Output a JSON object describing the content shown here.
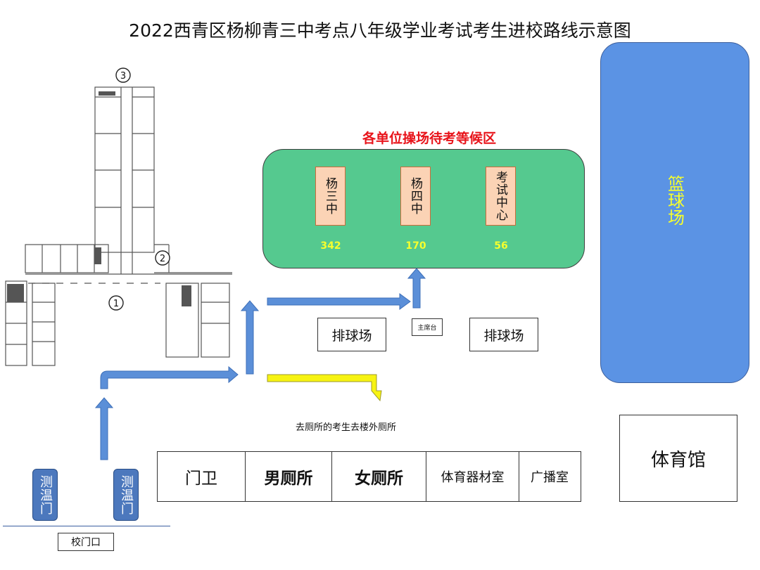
{
  "title": "2022西青区杨柳青三中考点八年级学业考试考生进校路线示意图",
  "waiting_area": {
    "title": "各单位操场待考等候区",
    "units": [
      {
        "name": "杨三中",
        "count": "342"
      },
      {
        "name": "杨四中",
        "count": "170"
      },
      {
        "name": "考试中心",
        "count": "56"
      }
    ]
  },
  "basketball_court": "篮球场",
  "volleyball_left": "排球场",
  "volleyball_right": "排球场",
  "rostrum": "主席台",
  "gym": "体育馆",
  "toilet_note": "去厕所的考生去楼外厕所",
  "ground_floor_rooms": [
    "门卫",
    "男厕所",
    "女厕所",
    "体育器材室",
    "广播室"
  ],
  "temperature_gates": [
    "测温门",
    "测温门"
  ],
  "school_gate": "校门口",
  "building_markers": [
    "①",
    "②",
    "③"
  ],
  "colors": {
    "route_arrow": "#5b8fd8",
    "toilet_arrow": "#f7f312",
    "waiting_area": "#55c98f",
    "basketball": "#5b93e4",
    "waiting_title": "#e8141b",
    "count_text": "#f6ff2d"
  }
}
